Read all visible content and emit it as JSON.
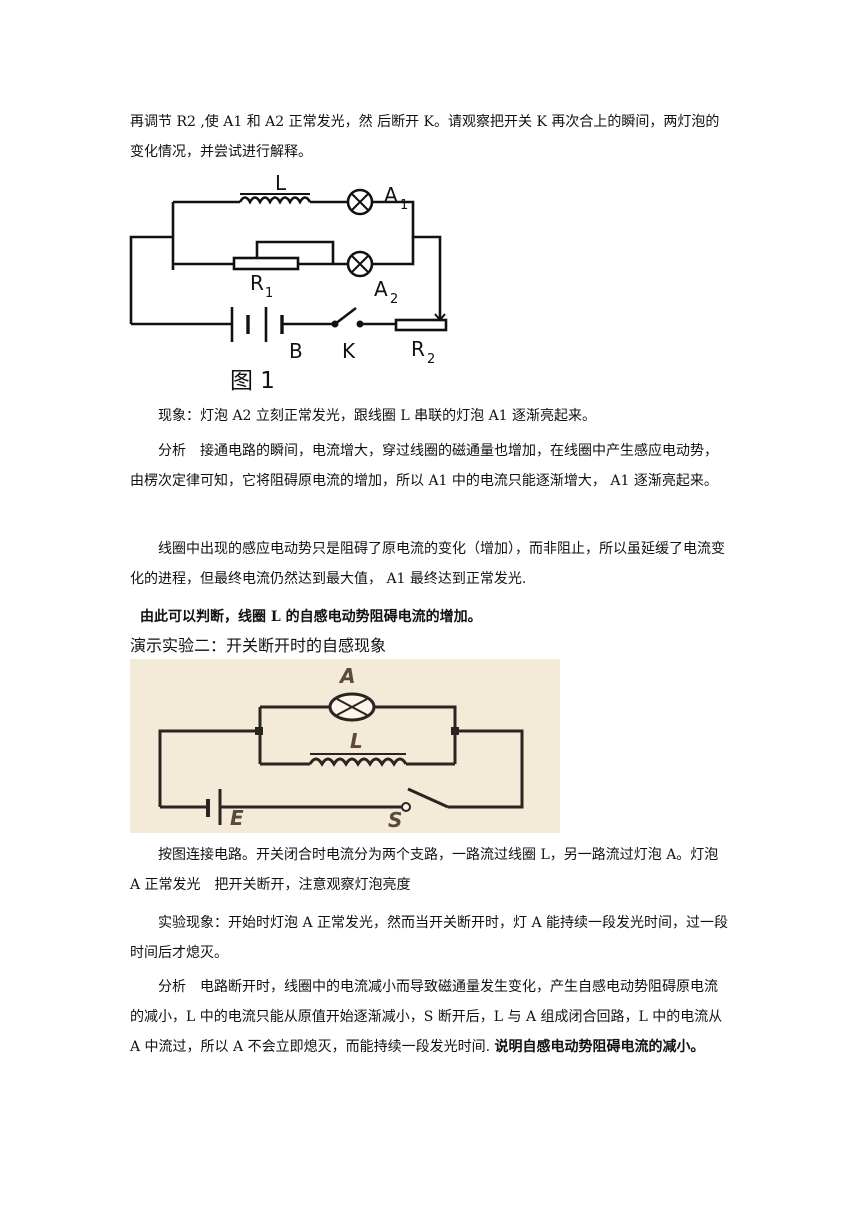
{
  "p_intro": "再调节 R2 ,使 A1 和 A2 正常发光，然 后断开 K。请观察把开关 K 再次合上的瞬间，两灯泡的变化情况，并尝试进行解释。",
  "fig1": {
    "label_L": "L",
    "label_A1": "A",
    "label_A1_sub": "1",
    "label_A2": "A",
    "label_A2_sub": "2",
    "label_R1": "R",
    "label_R1_sub": "1",
    "label_R2": "R",
    "label_R2_sub": "2",
    "label_B": "B",
    "label_K": "K",
    "caption": "图 1"
  },
  "p_phenomenon1": "现象：灯泡 A2 立刻正常发光，跟线圈 L 串联的灯泡 A1 逐渐亮起来。",
  "p_analysis1": "分析　接通电路的瞬间，电流增大，穿过线圈的磁通量也增加，在线圈中产生感应电动势，由楞次定律可知，它将阻碍原电流的增加，所以 A1 中的电流只能逐渐增大， A1 逐渐亮起来。",
  "p_coil": "线圈中出现的感应电动势只是阻碍了原电流的变化（增加），而非阻止，所以虽延缓了电流变化的进程，但最终电流仍然达到最大值， A1 最终达到正常发光.",
  "p_conclusion1": "由此可以判断，线圈 L 的自感电动势阻碍电流的增加。",
  "heading2": "演示实验二：开关断开时的自感现象",
  "fig2": {
    "label_A": "A",
    "label_L": "L",
    "label_E": "E",
    "label_S": "S",
    "bg_color": "#f3ead8",
    "wire_color": "#2a2520",
    "label_color": "#5b4a3a"
  },
  "p_connect": "按图连接电路。开关闭合时电流分为两个支路，一路流过线圈 L，另一路流过灯泡 A。灯泡 A 正常发光　把开关断开，注意观察灯泡亮度",
  "p_phenomenon2": "实验现象：开始时灯泡 A 正常发光，然而当开关断开时，灯 A 能持续一段发光时间，过一段时间后才熄灭。",
  "p_analysis2": "分析　电路断开时，线圈中的电流减小而导致磁通量发生变化，产生自感电动势阻碍原电流的减小，L 中的电流只能从原值开始逐渐减小，S 断开后，L 与 A 组成闭合回路，L 中的电流从 A 中流过，所以 A 不会立即熄灭，而能持续一段发光时间.",
  "p_analysis2_bold": "说明自感电动势阻碍电流的减小。"
}
